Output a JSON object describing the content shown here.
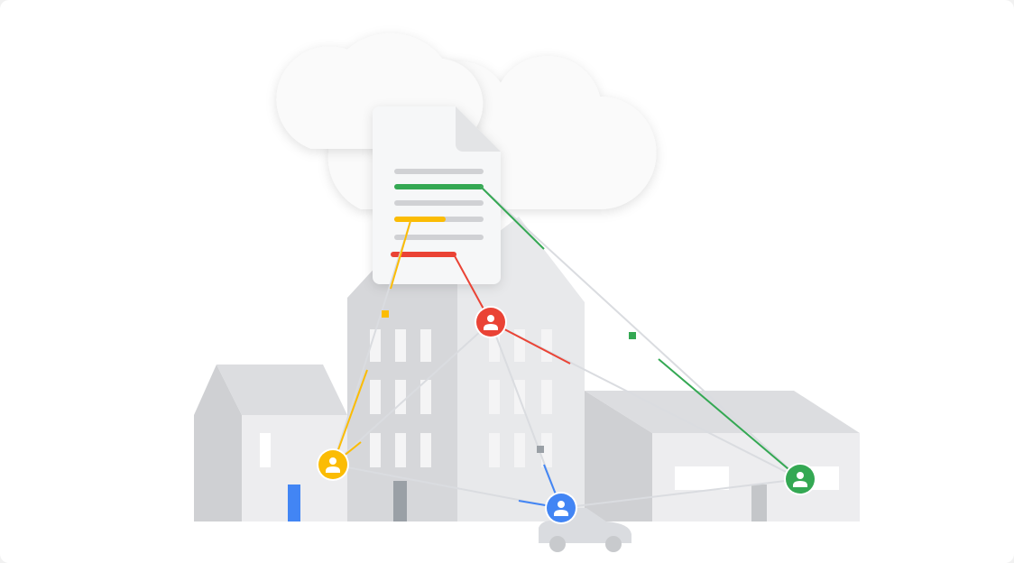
{
  "colors": {
    "green": "#34a853",
    "yellow": "#fbbc04",
    "red": "#ea4335",
    "blue": "#4285f4",
    "line_grey": "#dadce0",
    "building_light": "#e8e9eb",
    "building_dark": "#d2d3d6",
    "door_dark": "#9aa0a6"
  },
  "nodes": [
    {
      "name": "user-yellow",
      "color": "yellow",
      "icon": "person-icon"
    },
    {
      "name": "user-red",
      "color": "red",
      "icon": "person-icon"
    },
    {
      "name": "user-blue",
      "color": "blue",
      "icon": "person-icon"
    },
    {
      "name": "user-green",
      "color": "green",
      "icon": "person-icon"
    }
  ]
}
